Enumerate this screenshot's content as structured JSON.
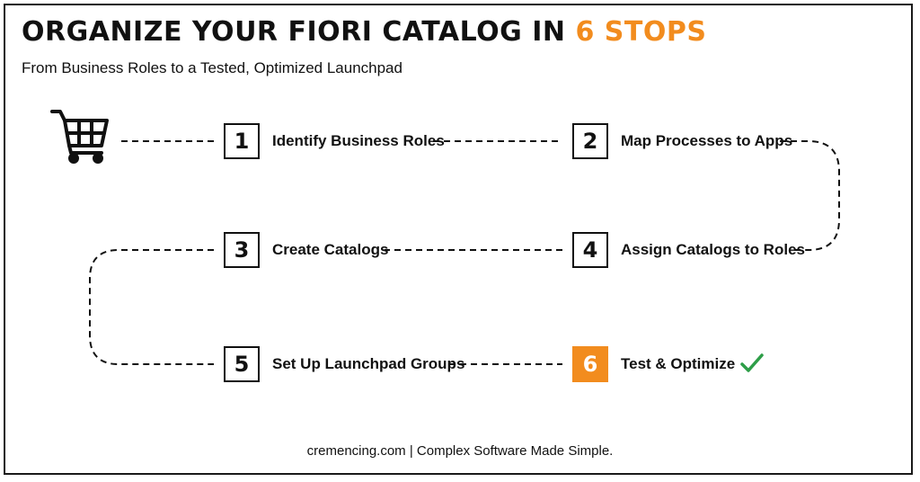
{
  "header": {
    "title_main": "ORGANIZE YOUR FIORI CATALOG IN ",
    "title_accent": "6 STOPS",
    "subtitle": "From Business Roles to a Tested, Optimized Launchpad"
  },
  "steps": [
    {
      "number": "1",
      "label": "Identify Business Roles"
    },
    {
      "number": "2",
      "label": "Map Processes to Apps"
    },
    {
      "number": "3",
      "label": "Create Catalogs"
    },
    {
      "number": "4",
      "label": "Assign Catalogs to Roles"
    },
    {
      "number": "5",
      "label": "Set Up Launchpad Groups"
    },
    {
      "number": "6",
      "label": "Test & Optimize"
    }
  ],
  "icons": {
    "start": "shopping-cart-icon",
    "finish": "checkmark-icon"
  },
  "colors": {
    "accent": "#f28c1e",
    "check": "#2e9e48",
    "ink": "#111111"
  },
  "footer": {
    "text": "cremencing.com  |  Complex Software Made Simple."
  }
}
